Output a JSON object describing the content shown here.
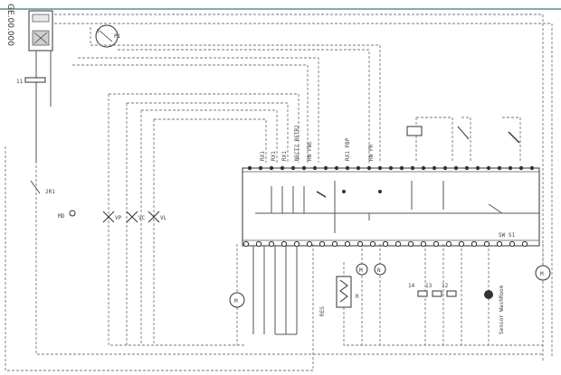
{
  "diagram": {
    "code": "GE.00.000",
    "labels": {
      "timer_a": "T",
      "timer_b": "P1",
      "switch_top": "11",
      "switch_mid": "2R1",
      "vp": "VP",
      "vc": "VC",
      "vl": "VL",
      "ground": "MD",
      "motor_left": "M",
      "motor_right": "M",
      "heater": "R",
      "resistor_label": "RES",
      "sensor": "Sensor\nWashRoom",
      "switches": [
        "14",
        "13",
        "12"
      ],
      "board_top": [
        "RX1",
        "RX1",
        "RX1",
        "NECT2 RETR2",
        "RN FBE",
        "RX1 FBP",
        "RN FR"
      ],
      "motor_b": "M",
      "motor_c": "N",
      "bottom_code": "SW\nS1"
    }
  }
}
